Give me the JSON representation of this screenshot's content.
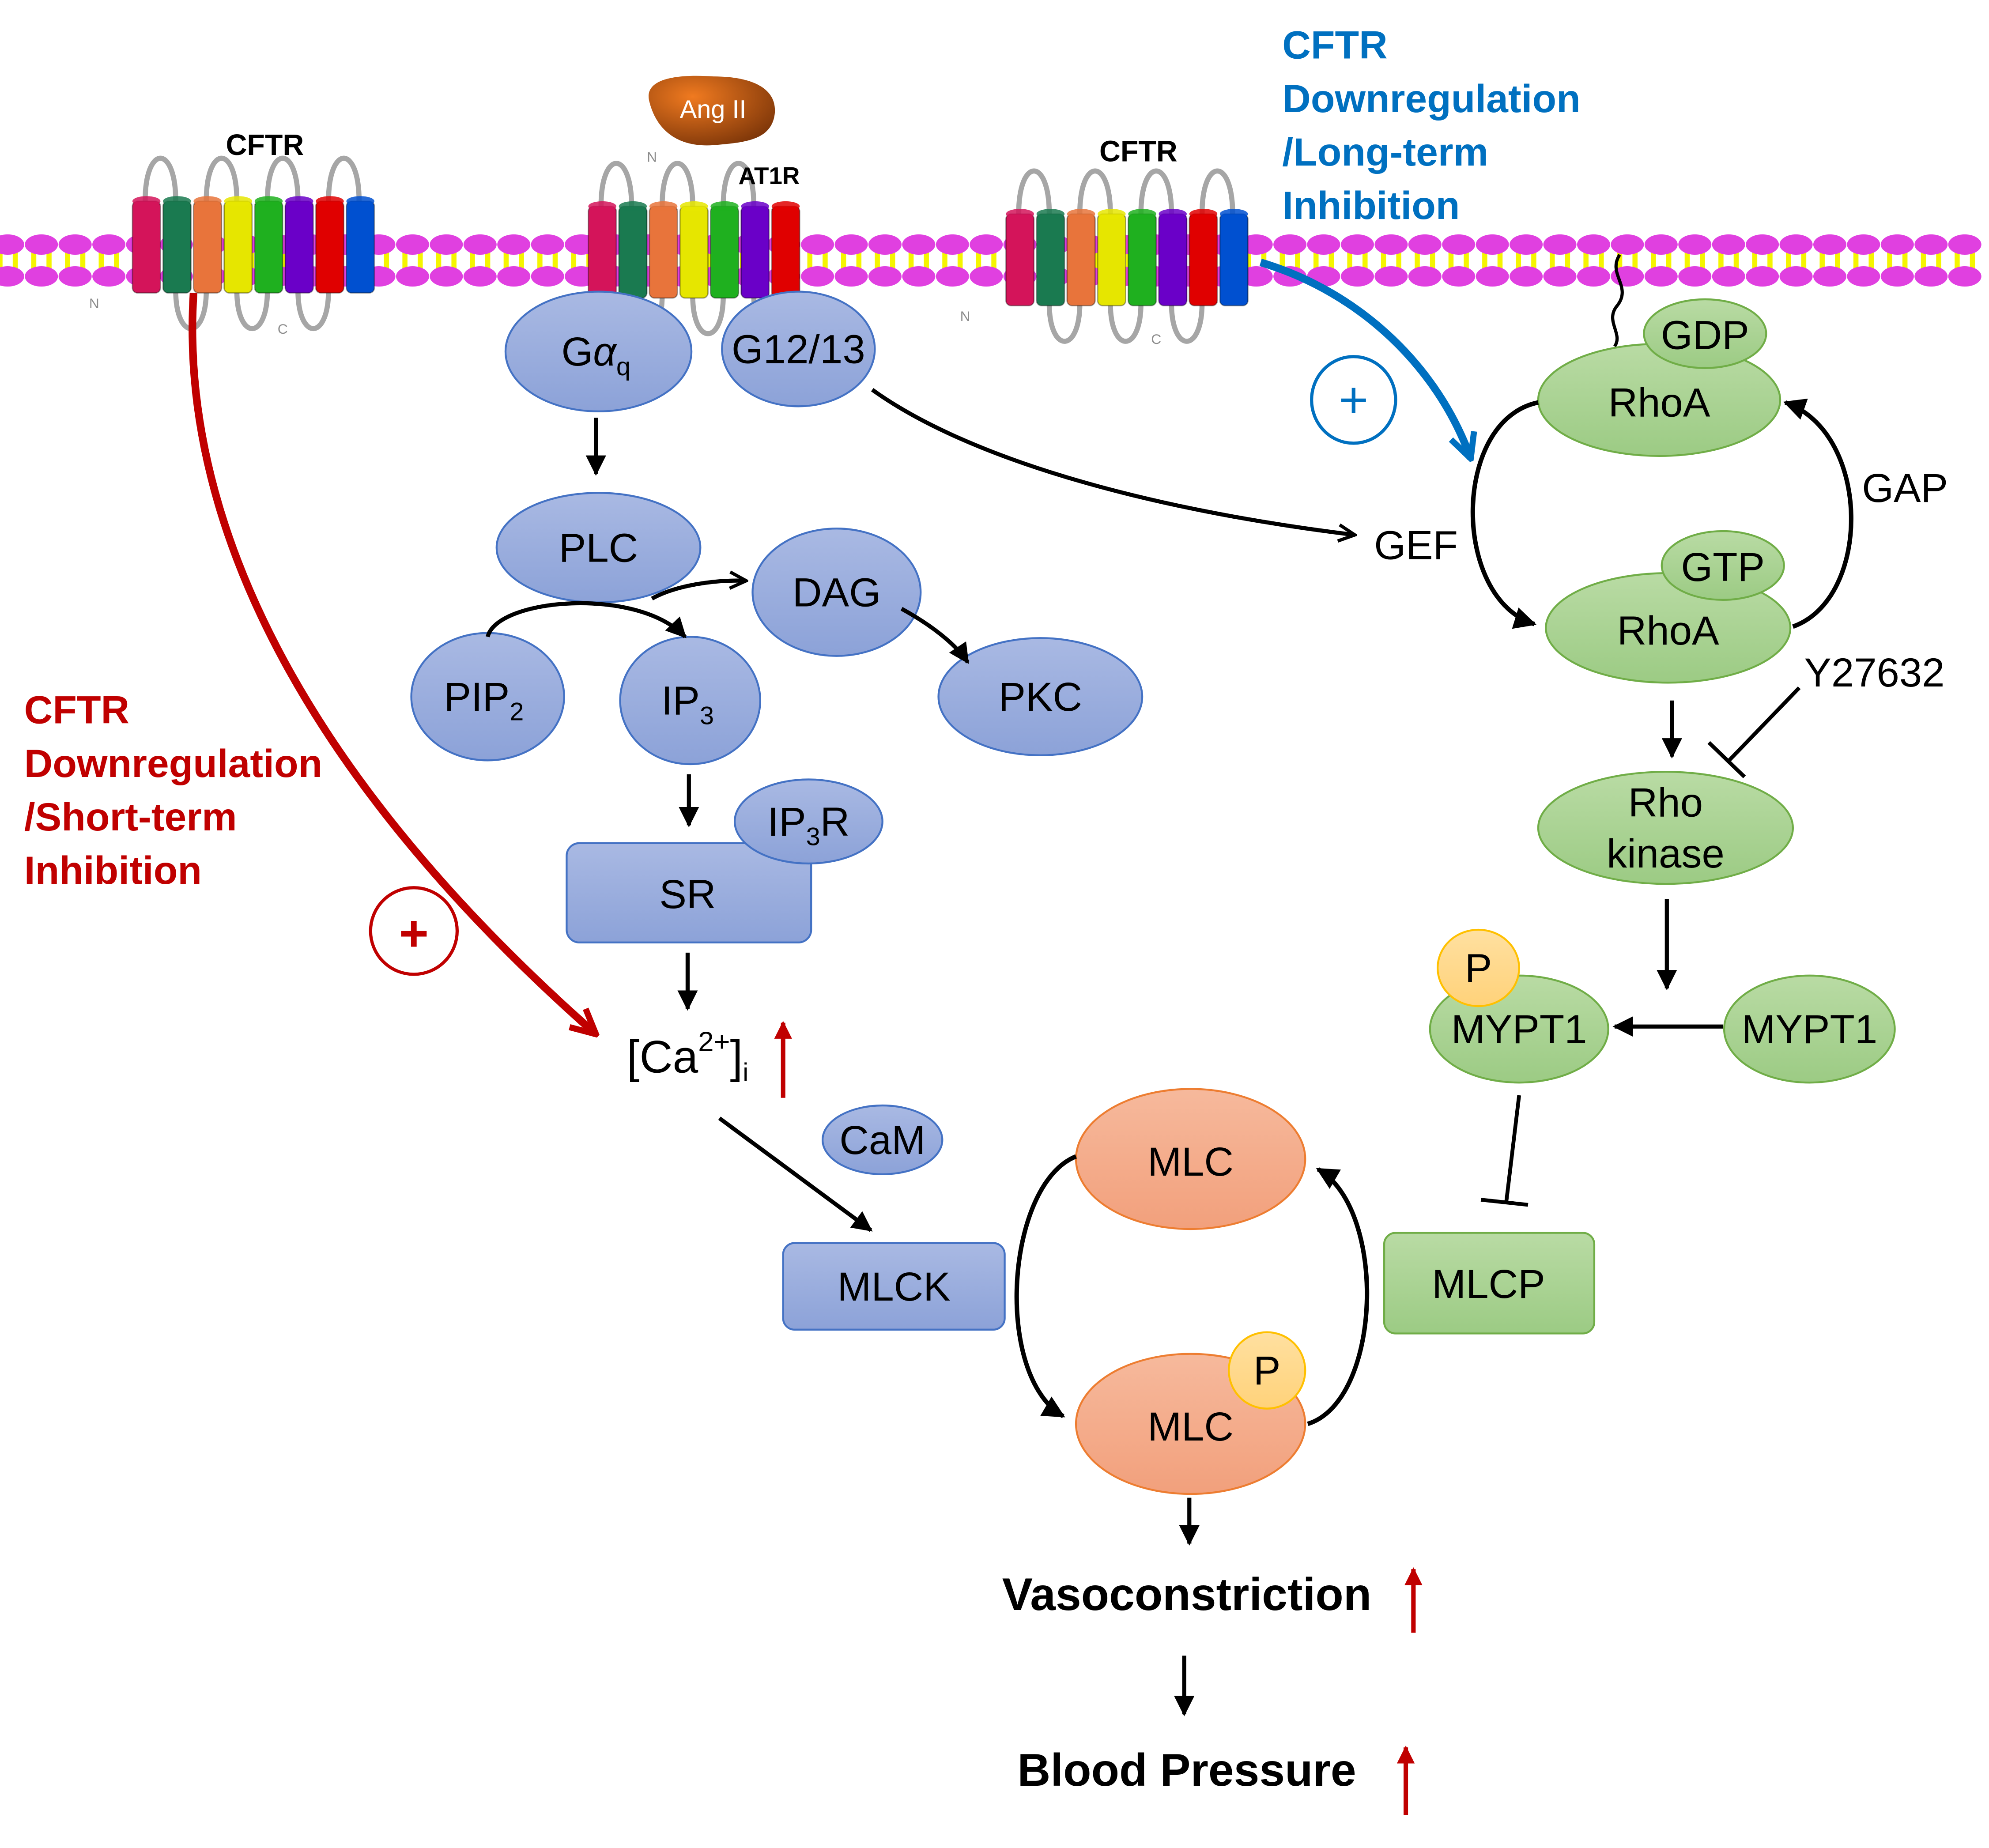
{
  "membrane": {
    "colors": {
      "head": "#e040e0",
      "tail": "#f5f500"
    }
  },
  "receptors": {
    "cftr_left": {
      "label": "CFTR",
      "n_term": "N",
      "c_term": "C"
    },
    "at1r": {
      "label": "AT1R",
      "n_term": "N",
      "ligand": "Ang II"
    },
    "cftr_right": {
      "label": "CFTR",
      "n_term": "N",
      "c_term": "C"
    },
    "helix_colors": [
      "#d4145a",
      "#1a7a50",
      "#e8743b",
      "#e6e600",
      "#1fb01f",
      "#6a00c8",
      "#e00000",
      "#0050d0"
    ]
  },
  "annotations": {
    "short_term": {
      "lines": [
        "CFTR",
        "Downregulation",
        "/Short-term",
        "Inhibition"
      ],
      "color": "#c00000",
      "sign": "+"
    },
    "long_term": {
      "lines": [
        "CFTR",
        "Downregulation",
        "/Long-term",
        "Inhibition"
      ],
      "color": "#0070c0",
      "sign": "+"
    }
  },
  "nodes": {
    "galpha_q": {
      "main": "G",
      "greek": "α",
      "sub": "q"
    },
    "g12_13": "G12/13",
    "plc": "PLC",
    "dag": "DAG",
    "pip2": {
      "main": "PIP",
      "sub": "2"
    },
    "ip3": {
      "main": "IP",
      "sub": "3"
    },
    "pkc": "PKC",
    "ip3r": {
      "main": "IP",
      "sub": "3",
      "suffix": "R"
    },
    "sr": "SR",
    "calcium": {
      "open": "[Ca",
      "sup": "2+",
      "close": "]",
      "sub": "i"
    },
    "cam": "CaM",
    "mlck": "MLCK",
    "mlc_top": "MLC",
    "mlc_bottom": "MLC",
    "mlc_p": "P",
    "mlcp": "MLCP",
    "gef": "GEF",
    "gap": "GAP",
    "rhoa_gdp": {
      "label": "RhoA",
      "cofactor": "GDP"
    },
    "rhoa_gtp": {
      "label": "RhoA",
      "cofactor": "GTP"
    },
    "inhibitor": "Y27632",
    "rho_kinase": {
      "line1": "Rho",
      "line2": "kinase"
    },
    "mypt1_p": {
      "label": "MYPT1",
      "p": "P"
    },
    "mypt1": "MYPT1"
  },
  "outcomes": {
    "vasoconstriction": "Vasoconstriction",
    "blood_pressure": "Blood Pressure",
    "increase_color": "#c00000"
  },
  "palette": {
    "blue_fill": "#8fa6da",
    "green_fill": "#a9d18e",
    "orange_fill": "#f4a582",
    "p_fill": "#ffd966"
  }
}
